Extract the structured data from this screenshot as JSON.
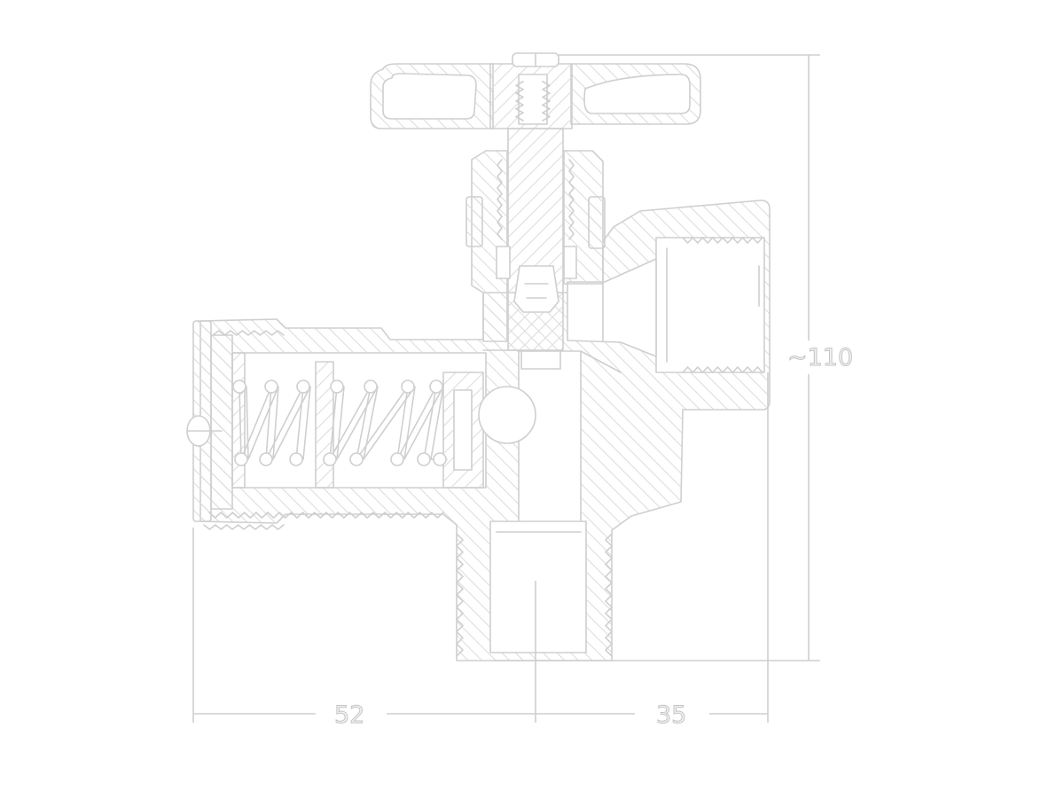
{
  "dimensions": {
    "left_width": "52",
    "right_width": "35",
    "height": "~110"
  },
  "colors": {
    "background": "#ffffff",
    "line": "#cfcfcf",
    "hatch": "#dddddd"
  }
}
